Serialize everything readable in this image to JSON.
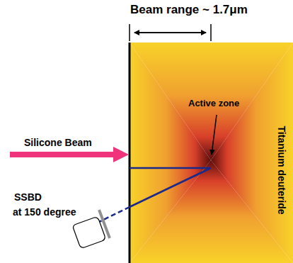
{
  "diagram": {
    "labels": [
      "Beam range ~ 1.7μm",
      "Active zone",
      "Titanium deuteride",
      "Silicone Beam",
      "SSBD",
      "at 150 degree"
    ]
  }
}
